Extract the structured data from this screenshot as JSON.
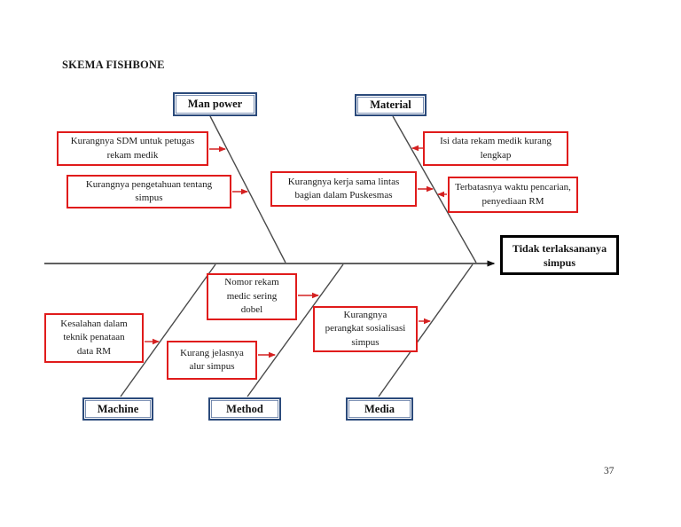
{
  "page": {
    "title": "SKEMA FISHBONE",
    "page_number": "37"
  },
  "effect": {
    "label": "Tidak terlaksananya\nsimpus"
  },
  "categories": {
    "manpower": "Man power",
    "material": "Material",
    "machine": "Machine",
    "method": "Method",
    "media": "Media"
  },
  "causes": {
    "sdm": "Kurangnya SDM untuk petugas\nrekam medik",
    "pengetahuan": "Kurangnya pengetahuan tentang\nsimpus",
    "kerjasama": "Kurangnya kerja sama lintas\nbagian dalam Puskesmas",
    "isidata": "Isi data rekam medik kurang\nlengkap",
    "terbatas": "Terbatasnya waktu pencarian,\npenyediaan RM",
    "nomor": "Nomor rekam\nmedic sering\ndobel",
    "kesalahan": "Kesalahan dalam\nteknik penataan\ndata RM",
    "kurangjelas": "Kurang jelasnya\nalur simpus",
    "perangkat": "Kurangnya\nperangkat sosialisasi\nsimpus"
  },
  "colors": {
    "cause_border": "#e01b1b",
    "arrow_red": "#d42020",
    "category_border": "#2b4a7b",
    "effect_border": "#000000",
    "bone_line": "#4a4a4a"
  }
}
